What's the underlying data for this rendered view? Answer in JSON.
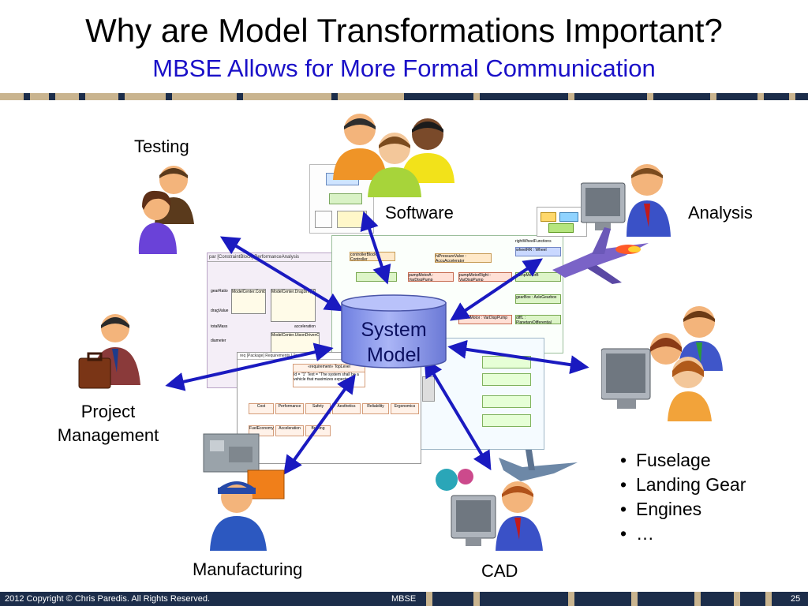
{
  "slide": {
    "title": "Why are Model Transformations Important?",
    "subtitle": "MBSE Allows for More Formal Communication"
  },
  "center": {
    "line1": "System",
    "line2": "Model"
  },
  "nodes": {
    "testing": "Testing",
    "software": "Software",
    "analysis": "Analysis",
    "project_line1": "Project",
    "project_line2": "Management",
    "manufacturing": "Manufacturing",
    "cad": "CAD"
  },
  "cad_bullets": [
    "Fuselage",
    "Landing Gear",
    "Engines",
    "…"
  ],
  "doc_snippets": {
    "constraint_block": "par [ConstraintBlock] PerformanceAnalysis",
    "requirements_header": "req [Package] Requirements [ Top",
    "top_level": "«requirement» TopLevel",
    "req_text": "Id = \"1\" Text = \"The system shall be a vehicle that maximizes expected",
    "req_children": [
      "Cost",
      "Performance",
      "Safety",
      "Aesthetics",
      "Reliability",
      "Ergonomics"
    ],
    "req_sub": [
      "FuelEconomy",
      "Acceleration",
      "Braking"
    ],
    "software_blocks": [
      "controllerBlock : Controller",
      "hiPressureValve : AccuAccelerator",
      "rightWheelFunctions",
      "wheelRR : Wheel",
      "pumpMotorA : VarDispPump",
      "pumpMotorRight : VarDispPump",
      "pumpMotorB",
      "gearBox : AxleGearbox",
      "distortMotor : VarDispPump",
      "diffL : PlanetaryDifferential"
    ],
    "analysis_blocks": [
      "ModelCenter.CombineGearRatio",
      "ModelCenter.DragDrop.GearRatio",
      "ModelCenter.UtsonDrivenCycleAnalysis",
      "gearRatio",
      "dragValue",
      "totalMass",
      "diameter",
      "acceleration"
    ]
  },
  "footer": {
    "copyright": "2012 Copyright © Chris Paredis. All Rights Reserved.",
    "course": "MBSE",
    "page": "25"
  },
  "colors": {
    "arrow": "#1a1ac0",
    "title_text": "#000000",
    "subtitle_text": "#1a10c8",
    "footer_bg": "#1c2d4a",
    "stripe_tan": "#c9b48f",
    "stripe_navy": "#1c2d4a",
    "cylinder": "#8f9cef"
  }
}
